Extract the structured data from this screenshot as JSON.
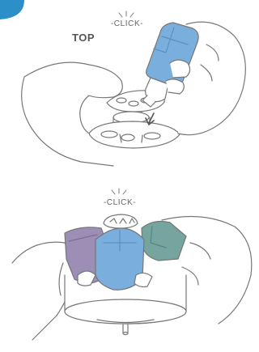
{
  "labels": {
    "top": "TOP",
    "click_upper": "-CLICK-",
    "click_lower": "-CLICK-"
  },
  "colors": {
    "corner_badge": "#2d8fc8",
    "blue_canister": "#7aaedc",
    "purple_canister": "#9c8eb5",
    "teal_canister": "#75a59e",
    "line": "#777777"
  },
  "icons": {
    "step_badge": "corner-badge",
    "click_burst": "click-burst-icon",
    "down_arrow": "insert-arrow-icon"
  }
}
